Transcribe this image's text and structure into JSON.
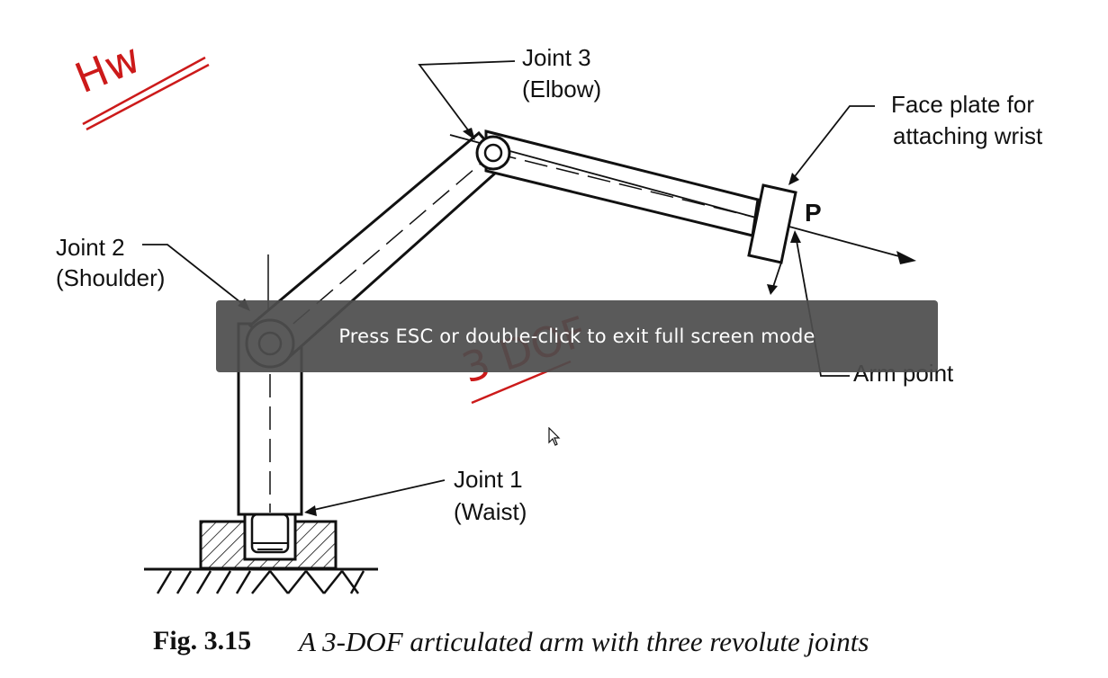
{
  "banner": {
    "text": "Press ESC or double-click to exit full screen mode"
  },
  "labels": {
    "joint3_line1": "Joint 3",
    "joint3_line2": "(Elbow)",
    "faceplate_line1": "Face plate for",
    "faceplate_line2": "attaching wrist",
    "point_p": "P",
    "joint2_line1": "Joint 2",
    "joint2_line2": "(Shoulder)",
    "arm_point": "Arm point",
    "joint1_line1": "Joint 1",
    "joint1_line2": "(Waist)"
  },
  "caption": {
    "fig": "Fig. 3.15",
    "text": "A 3-DOF articulated arm with three revolute joints"
  },
  "annotations": {
    "hw": "Hw",
    "dof": "3 DOF"
  },
  "colors": {
    "ink": "#111111",
    "annotation_red": "#cc1a1a",
    "banner_bg": "#4e4e4e"
  }
}
